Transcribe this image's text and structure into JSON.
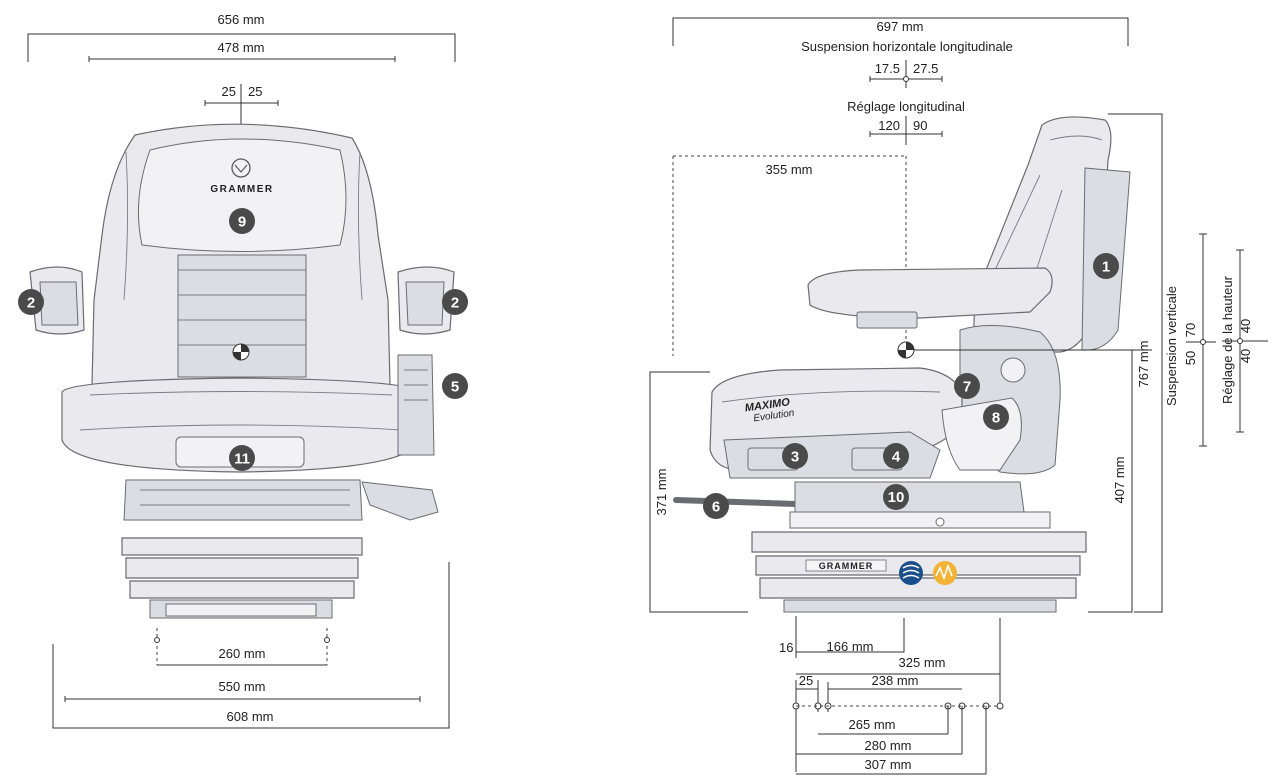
{
  "colors": {
    "badge": "#4a4a4a",
    "badge_text": "#ffffff",
    "seat_fill": "#e9e9ee",
    "seat_stroke": "#6b6b72",
    "icon_blue": "#1b4f8a",
    "icon_yellow": "#f2b233"
  },
  "front_view": {
    "dims": {
      "total_width": "656 mm",
      "back_width": "478 mm",
      "offset_left": "25",
      "offset_right": "25",
      "mount_width": "260 mm",
      "base_width": "550 mm",
      "overall_base": "608 mm"
    },
    "brand": "GRAMMER",
    "badges": [
      "2",
      "2",
      "5",
      "9",
      "11"
    ]
  },
  "side_view": {
    "dims": {
      "total_depth": "697 mm",
      "hsusp_title": "Suspension horizontale longitudinale",
      "hsusp_left": "17.5",
      "hsusp_right": "27.5",
      "long_title": "Réglage longitudinal",
      "long_left": "120",
      "long_right": "90",
      "sip_depth": "355 mm",
      "height_371": "371 mm",
      "height_407": "407 mm",
      "height_767": "767 mm",
      "vsusp_title": "Suspension verticale",
      "vsusp_up": "70",
      "vsusp_down": "50",
      "height_adj_title": "Réglage de la hauteur",
      "height_adj_up": "40",
      "height_adj_down": "40",
      "d16": "16",
      "d166": "166 mm",
      "d325": "325 mm",
      "d25": "25",
      "d238": "238 mm",
      "d265": "265 mm",
      "d280": "280 mm",
      "d307": "307 mm"
    },
    "brand_cushion": "MAXIMO",
    "brand_cushion_sub": "Evolution",
    "brand_base": "GRAMMER",
    "icons": [
      "suspension-icon",
      "vibration-icon"
    ],
    "badges": [
      "1",
      "3",
      "4",
      "6",
      "7",
      "8",
      "10"
    ]
  }
}
